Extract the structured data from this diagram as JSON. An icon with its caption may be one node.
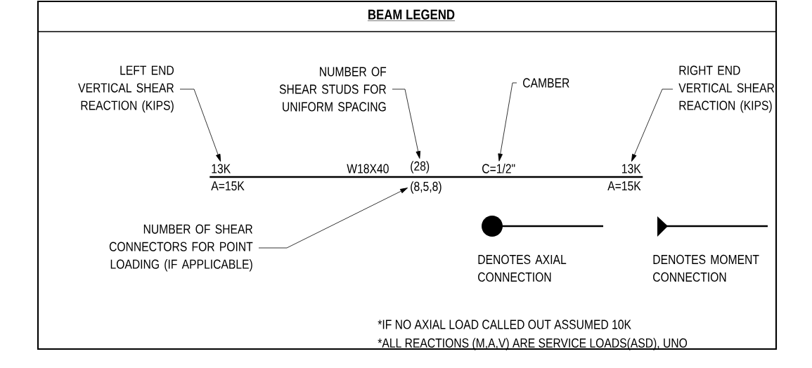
{
  "diagram": {
    "title": "BEAM LEGEND",
    "nodes": [
      {
        "text": [
          "LEFT END VERTICAL SHEAR REACTION (KIPS)"
        ]
      },
      {
        "text": [
          "NUMBER OF SHEAR STUDS FOR UNIFORM SPACING"
        ]
      },
      {
        "text": [
          "CAMBER"
        ]
      },
      {
        "text": [
          "RIGHT END VERTICAL SHEAR REACTION (KIPS)"
        ]
      },
      {
        "text": [
          "13K"
        ]
      },
      {
        "text": [
          "(28)"
        ]
      },
      {
        "text": [
          "C=1/2\""
        ]
      },
      {
        "text": [
          "13K"
        ]
      },
      {
        "text": [
          "(8,5,8)"
        ]
      },
      {
        "text": [
          "NUMBER OF SHEAR CONNECTORS FOR POINT LOADING (IF APPLICABLE)"
        ]
      },
      {
        "text": [],
        "shape": "bar"
      }
    ],
    "edges": [
      {
        "from": 0,
        "to": 4,
        "arrow": "to"
      },
      {
        "from": 1,
        "to": 5,
        "arrow": "to"
      },
      {
        "from": 2,
        "to": 6,
        "arrow": "to"
      },
      {
        "from": 3,
        "to": 7,
        "arrow": "to"
      },
      {
        "from": 9,
        "to": 8,
        "arrow": "to"
      }
    ],
    "labels": [
      "W18X40",
      "A=15K",
      "A=15K",
      "DENOTES AXIAL CONNECTION",
      "DENOTES MOMENT CONNECTION",
      "*IF NO AXIAL LOAD CALLED OUT ASSUMED 10K",
      "*ALL REACTIONS (M,A,V) ARE SERVICE LOADS(ASD), UNO"
    ]
  }
}
